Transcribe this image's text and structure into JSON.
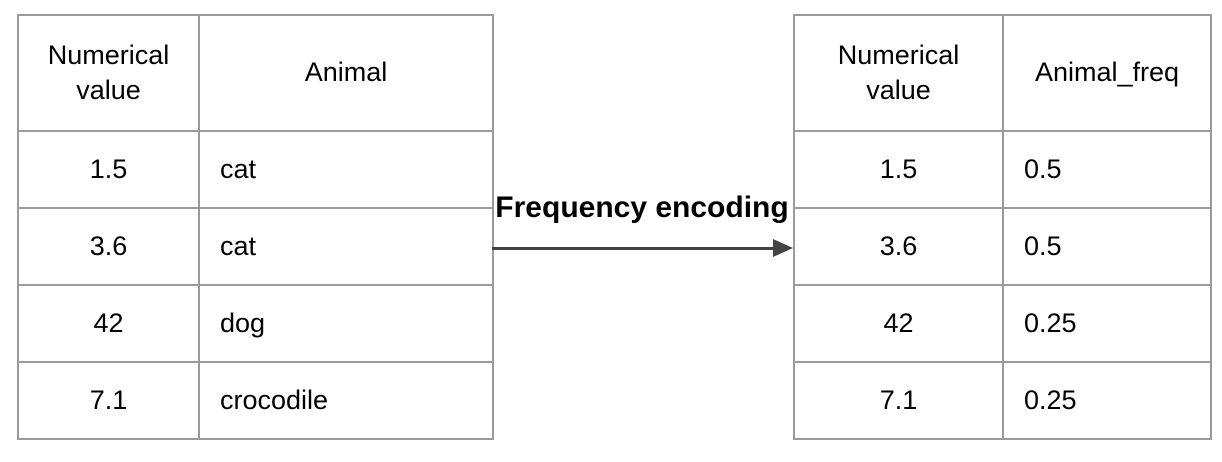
{
  "left_table": {
    "columns": [
      "Numerical value",
      "Animal"
    ],
    "rows": [
      [
        "1.5",
        "cat"
      ],
      [
        "3.6",
        "cat"
      ],
      [
        "42",
        "dog"
      ],
      [
        "7.1",
        "crocodile"
      ]
    ]
  },
  "right_table": {
    "columns": [
      "Numerical value",
      "Animal_freq"
    ],
    "rows": [
      [
        "1.5",
        "0.5"
      ],
      [
        "3.6",
        "0.5"
      ],
      [
        "42",
        "0.25"
      ],
      [
        "7.1",
        "0.25"
      ]
    ]
  },
  "transformation": {
    "label": "Frequency encoding"
  },
  "colors": {
    "table_border": "#9a9a9a",
    "arrow": "#444444",
    "text": "#000000",
    "background": "#ffffff"
  }
}
